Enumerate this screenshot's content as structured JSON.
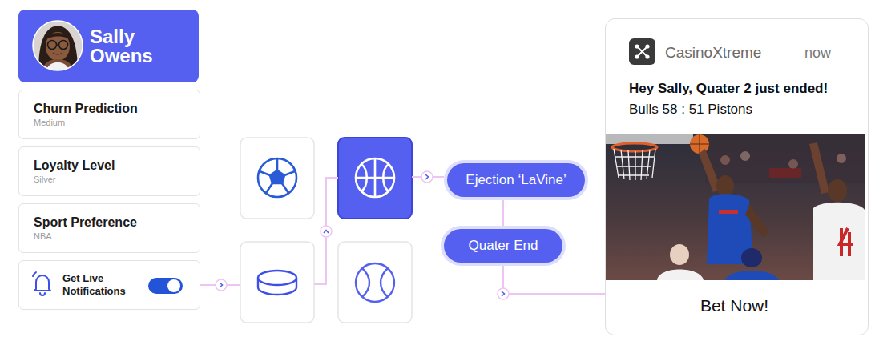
{
  "diagram": {
    "nodes": [
      {
        "text": [
          "Sally Owens"
        ]
      },
      {
        "text": [
          "Churn Prediction",
          "Medium"
        ]
      },
      {
        "text": [
          "Loyalty Level",
          "Silver"
        ]
      },
      {
        "text": [
          "Sport Preference",
          "NBA"
        ]
      },
      {
        "text": [
          "Get Live Notifications"
        ]
      },
      {
        "text": [
          "Ejection ‘LaVine’"
        ]
      },
      {
        "text": [
          "Quater End"
        ]
      },
      {
        "text": [
          "CasinoXtreme",
          "now",
          "Hey Sally, Quater 2 just ended!",
          "Bulls 58 : 51 Pistons",
          "Bet Now!"
        ]
      }
    ],
    "edges": [
      {
        "from": 5,
        "to": 6,
        "arrow": "none"
      },
      {
        "from": 6,
        "to": 7,
        "arrow": "to"
      }
    ]
  }
}
